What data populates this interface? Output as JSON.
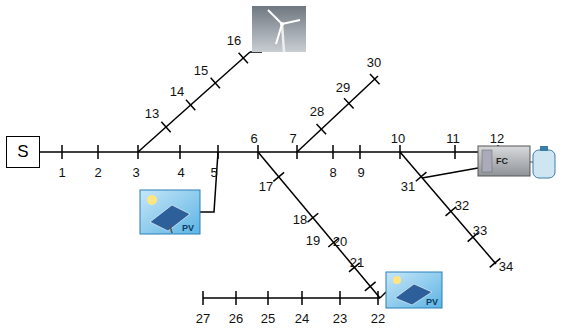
{
  "diagram": {
    "nodes": [
      {
        "text": [
          "S"
        ]
      }
    ],
    "labels": [
      "1",
      "2",
      "3",
      "4",
      "5",
      "6",
      "7",
      "8",
      "9",
      "10",
      "11",
      "12",
      "13",
      "14",
      "15",
      "16",
      "17",
      "18",
      "19",
      "20",
      "21",
      "22",
      "23",
      "24",
      "25",
      "26",
      "27",
      "28",
      "29",
      "30",
      "31",
      "32",
      "33",
      "34",
      "PV",
      "PV",
      "FC"
    ]
  }
}
